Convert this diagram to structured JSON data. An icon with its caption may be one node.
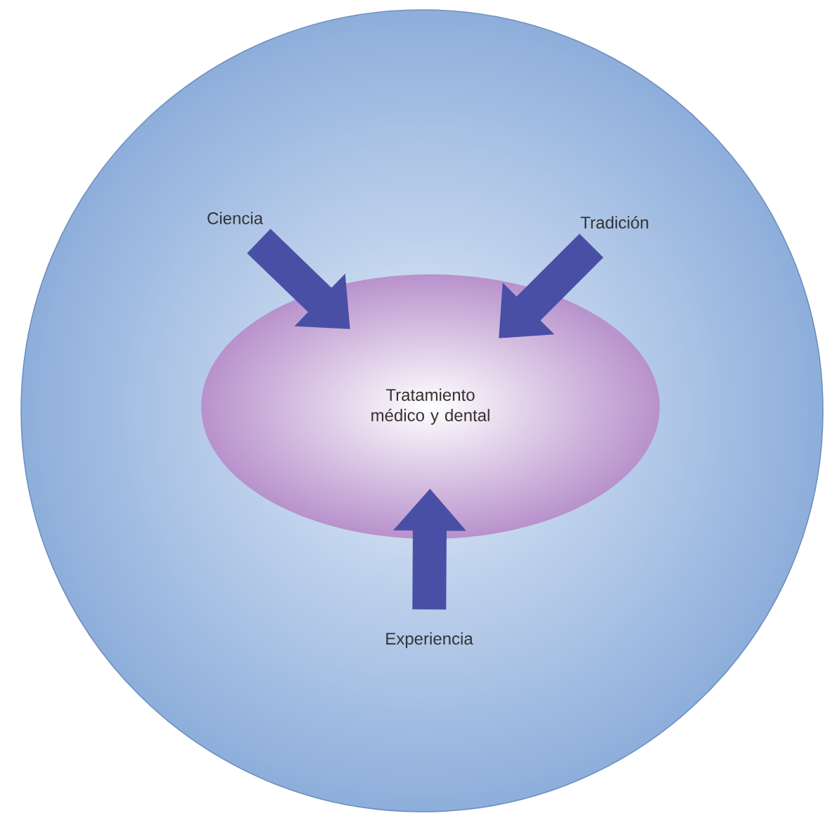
{
  "diagram": {
    "nodes": [
      {
        "text": [],
        "shape": "circle"
      },
      {
        "text": [
          "Ciencia"
        ],
        "in": 0
      },
      {
        "text": [
          "Tradición"
        ],
        "in": 0
      },
      {
        "text": [
          "Tratamiento médico y dental"
        ],
        "in": 0
      },
      {
        "text": [
          "Experiencia"
        ],
        "in": 0
      }
    ],
    "edges": [
      {
        "from": 1,
        "to": 3,
        "arrow": "to"
      },
      {
        "from": 2,
        "to": 3,
        "arrow": "to"
      },
      {
        "from": 4,
        "to": 3,
        "arrow": "to"
      }
    ]
  }
}
